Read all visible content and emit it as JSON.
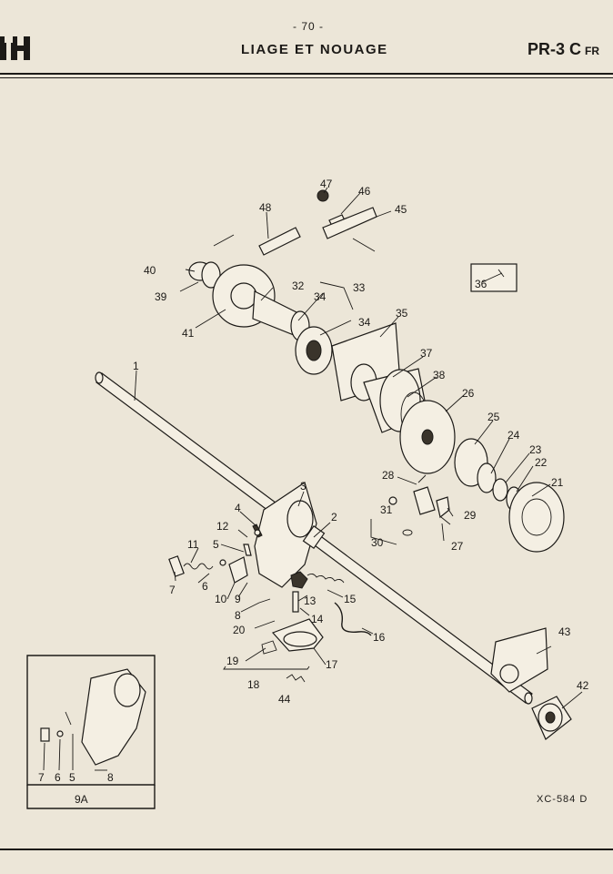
{
  "header": {
    "page_number": "- 70 -",
    "section_title": "LIAGE ET NOUAGE",
    "model": "PR-3 C",
    "model_suffix": "FR"
  },
  "footer": {
    "reference": "XC-584 D"
  },
  "callouts": [
    {
      "id": "c1",
      "label": "1"
    },
    {
      "id": "c2",
      "label": "2"
    },
    {
      "id": "c3",
      "label": "3"
    },
    {
      "id": "c4",
      "label": "4"
    },
    {
      "id": "c5",
      "label": "5"
    },
    {
      "id": "c6",
      "label": "6"
    },
    {
      "id": "c7",
      "label": "7"
    },
    {
      "id": "c8",
      "label": "8"
    },
    {
      "id": "c9",
      "label": "9"
    },
    {
      "id": "c10",
      "label": "10"
    },
    {
      "id": "c11",
      "label": "11"
    },
    {
      "id": "c12",
      "label": "12"
    },
    {
      "id": "c13",
      "label": "13"
    },
    {
      "id": "c14",
      "label": "14"
    },
    {
      "id": "c15",
      "label": "15"
    },
    {
      "id": "c16",
      "label": "16"
    },
    {
      "id": "c17",
      "label": "17"
    },
    {
      "id": "c18",
      "label": "18"
    },
    {
      "id": "c19",
      "label": "19"
    },
    {
      "id": "c20",
      "label": "20"
    },
    {
      "id": "c21",
      "label": "21"
    },
    {
      "id": "c22",
      "label": "22"
    },
    {
      "id": "c23",
      "label": "23"
    },
    {
      "id": "c24",
      "label": "24"
    },
    {
      "id": "c25",
      "label": "25"
    },
    {
      "id": "c26",
      "label": "26"
    },
    {
      "id": "c27",
      "label": "27"
    },
    {
      "id": "c28",
      "label": "28"
    },
    {
      "id": "c29",
      "label": "29"
    },
    {
      "id": "c30",
      "label": "30"
    },
    {
      "id": "c31",
      "label": "31"
    },
    {
      "id": "c32",
      "label": "32"
    },
    {
      "id": "c33",
      "label": "33"
    },
    {
      "id": "c34a",
      "label": "34"
    },
    {
      "id": "c34b",
      "label": "34"
    },
    {
      "id": "c35",
      "label": "35"
    },
    {
      "id": "c36",
      "label": "36"
    },
    {
      "id": "c37",
      "label": "37"
    },
    {
      "id": "c38",
      "label": "38"
    },
    {
      "id": "c39",
      "label": "39"
    },
    {
      "id": "c40",
      "label": "40"
    },
    {
      "id": "c41",
      "label": "41"
    },
    {
      "id": "c42",
      "label": "42"
    },
    {
      "id": "c43",
      "label": "43"
    },
    {
      "id": "c44",
      "label": "44"
    },
    {
      "id": "c45",
      "label": "45"
    },
    {
      "id": "c46",
      "label": "46"
    },
    {
      "id": "c47",
      "label": "47"
    },
    {
      "id": "c48",
      "label": "48"
    }
  ],
  "inset": {
    "label": "9A",
    "callouts": [
      {
        "id": "i7",
        "label": "7"
      },
      {
        "id": "i6",
        "label": "6"
      },
      {
        "id": "i5",
        "label": "5"
      },
      {
        "id": "i8",
        "label": "8"
      }
    ]
  }
}
